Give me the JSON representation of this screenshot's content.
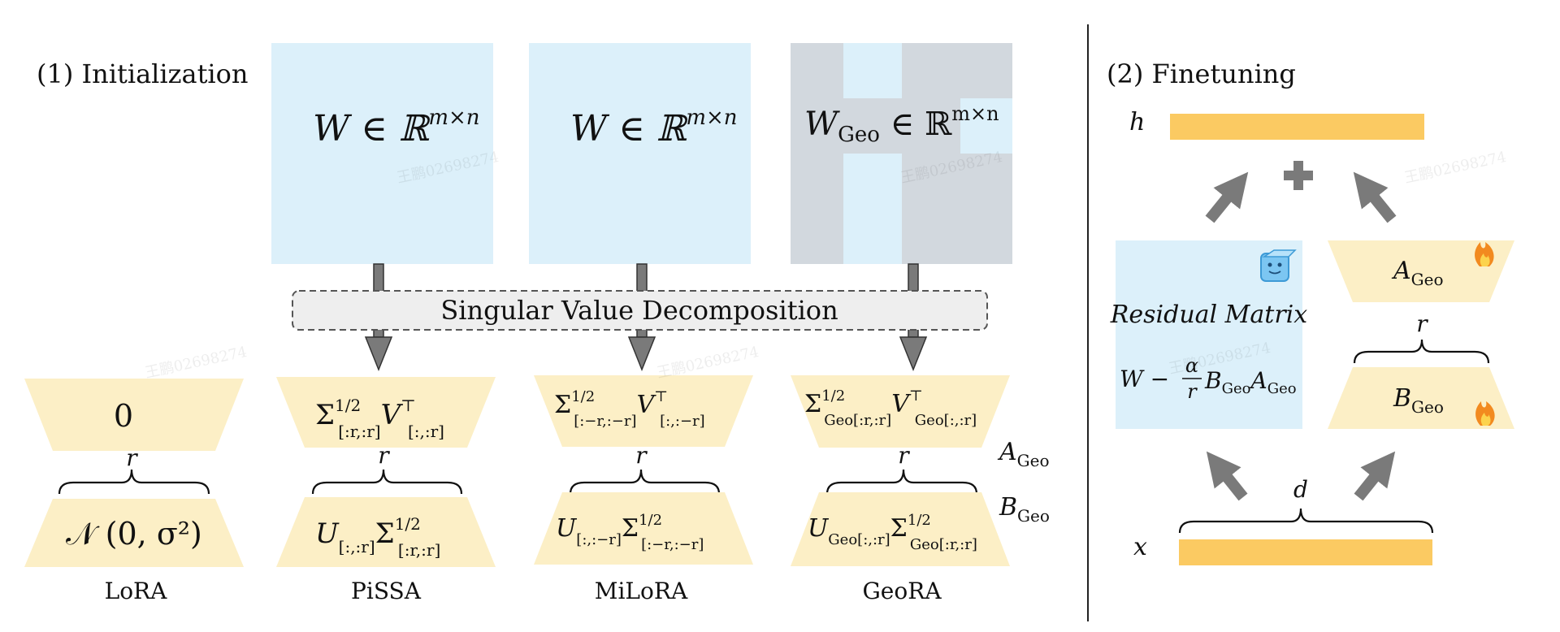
{
  "sections": {
    "init_title": "(1) Initialization",
    "finetune_title": "(2) Finetuning"
  },
  "weights": {
    "pissa": "W ∈ ℝ",
    "pissa_sup": "m×n",
    "milora": "W ∈ ℝ",
    "milora_sup": "m×n",
    "geora_main": "W",
    "geora_sub": "Geo",
    "geora_rest": " ∈ ℝ",
    "geora_sup": "m×n"
  },
  "svd_label": "Singular Value Decomposition",
  "methods": {
    "lora": {
      "name": "LoRA",
      "a": "0",
      "b": "𝒩 (0, σ²)",
      "r": "r"
    },
    "pissa": {
      "name": "PiSSA",
      "a_main": "Σ",
      "a_sup": "1/2",
      "a_sub": "[:r,:r]",
      "a_v": "V",
      "a_vsup": "⊤",
      "a_vsub": "[:,:r]",
      "b_main": "U",
      "b_sub": "[:,:r]",
      "b_s": "Σ",
      "b_ssup": "1/2",
      "b_ssub": "[:r,:r]",
      "r": "r"
    },
    "milora": {
      "name": "MiLoRA",
      "a_main": "Σ",
      "a_sup": "1/2",
      "a_sub": "[:−r,:−r]",
      "a_v": "V",
      "a_vsup": "⊤",
      "a_vsub": "[:,:−r]",
      "b_main": "U",
      "b_sub": "[:,:−r]",
      "b_s": "Σ",
      "b_ssup": "1/2",
      "b_ssub": "[:−r,:−r]",
      "r": "r"
    },
    "geora": {
      "name": "GeoRA",
      "a_main": "Σ",
      "a_sup": "1/2",
      "a_sub": "Geo[:r,:r]",
      "a_v": "V",
      "a_vsup": "⊤",
      "a_vsub": "Geo[:,:r]",
      "b_main": "U",
      "b_sub": "Geo[:,:r]",
      "b_s": "Σ",
      "b_ssup": "1/2",
      "b_ssub": "Geo[:r,:r]",
      "r": "r"
    }
  },
  "side_labels": {
    "a": "A",
    "a_sub": "Geo",
    "b": "B",
    "b_sub": "Geo"
  },
  "finetune": {
    "h": "h",
    "x": "x",
    "d": "d",
    "r": "r",
    "plus": "+",
    "residual_title": "Residual Matrix",
    "residual_w": "W −",
    "residual_alpha": "α",
    "residual_r": "r",
    "residual_b": "B",
    "residual_b_sub": "Geo",
    "residual_a": "A",
    "residual_a_sub": "Geo",
    "a_label": "A",
    "a_label_sub": "Geo",
    "b_label": "B",
    "b_label_sub": "Geo",
    "frozen_icon": "ice-cube-icon",
    "trainable_icon": "fire-icon"
  },
  "watermark": "王鹏02698274",
  "colors": {
    "light_blue": "#dcf0fa",
    "gray_block": "#d2d8de",
    "yellow_trap": "#fcefc6",
    "orange_bar": "#fbca62",
    "arrow_gray": "#7a7a7a",
    "svd_fill": "#eeeeee"
  }
}
